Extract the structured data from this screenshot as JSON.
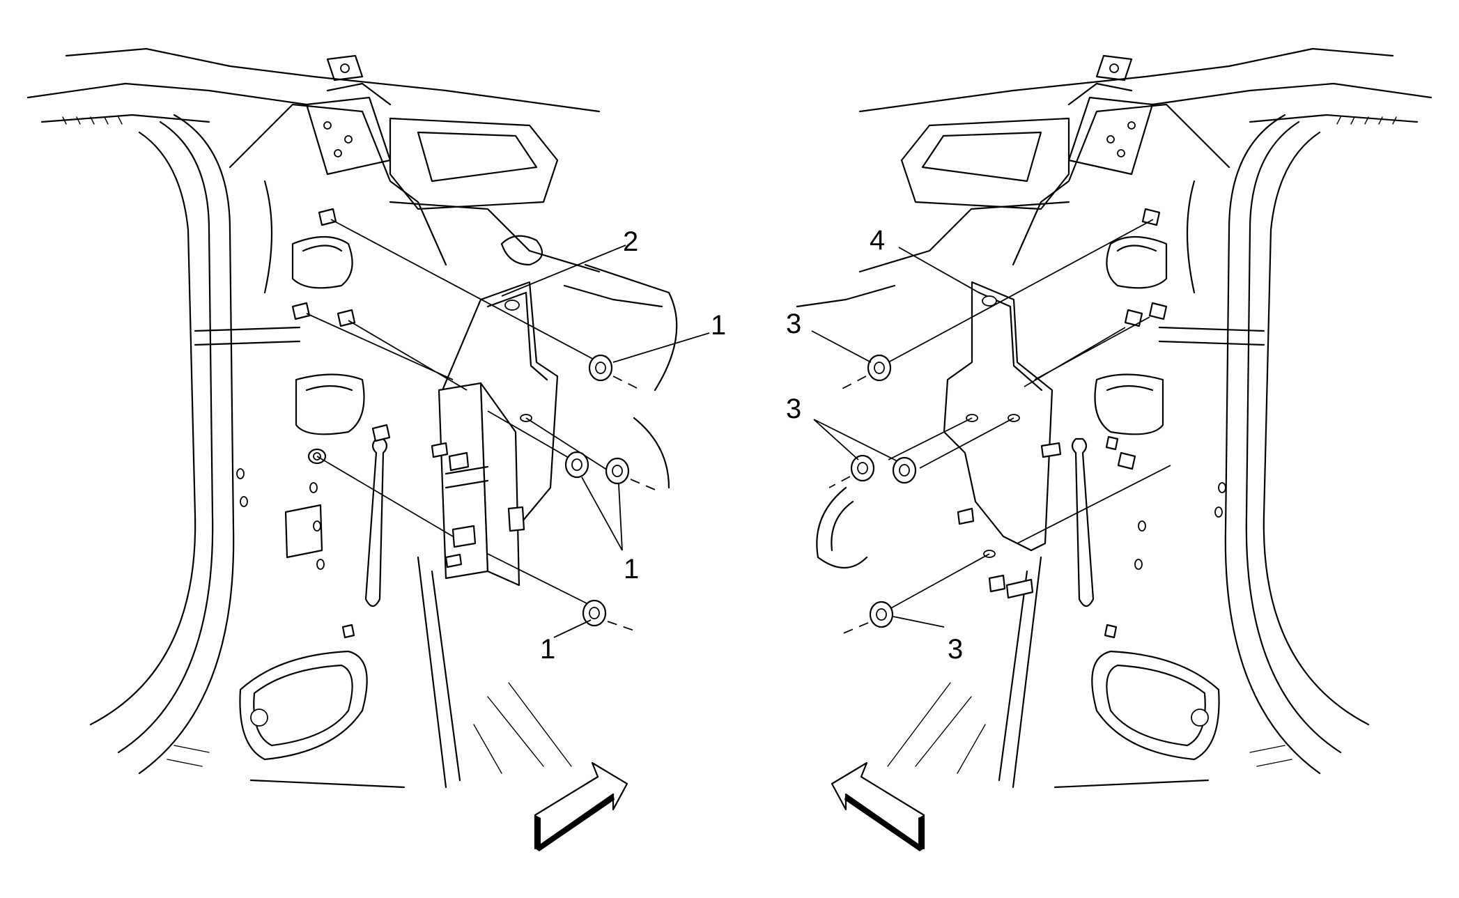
{
  "callouts": {
    "left": {
      "c2": "2",
      "c1_top": "1",
      "c1_mid": "1",
      "c1_bottom": "1"
    },
    "right": {
      "c4": "4",
      "c3_top": "3",
      "c3_mid": "3",
      "c3_bottom": "3"
    }
  },
  "icons": {
    "left_arrow": "forward-direction-arrow-icon",
    "right_arrow": "forward-direction-arrow-icon"
  }
}
